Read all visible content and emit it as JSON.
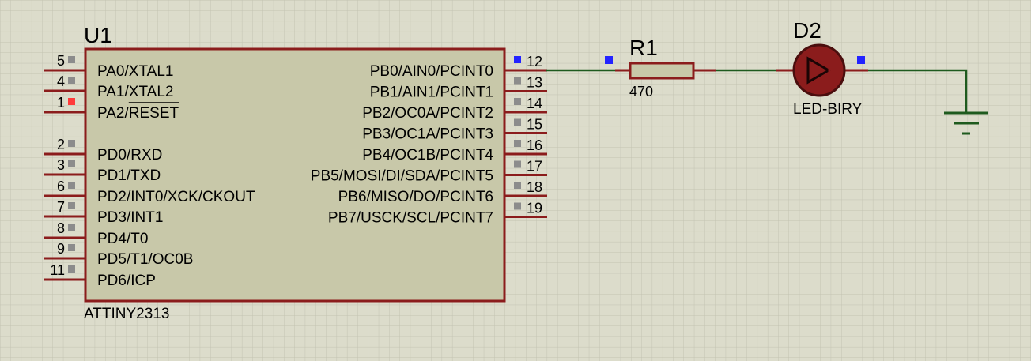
{
  "colors": {
    "background": "#dcdccb",
    "grid": "#c3c3b2",
    "component_outline": "#8b1c1c",
    "component_fill": "#c8c8a9",
    "wire": "#1e5a1e",
    "pin_marker": "#8c8c8c",
    "pin_marker_active": "#ff3b3b",
    "connection_marker": "#2323ff"
  },
  "mcu": {
    "ref": "U1",
    "part": "ATTINY2313",
    "left_pins": [
      {
        "num": "5",
        "label": "PA0/XTAL1",
        "marker": "gray"
      },
      {
        "num": "4",
        "label": "PA1/XTAL2",
        "marker": "gray"
      },
      {
        "num": "1",
        "label": "PA2/RESET",
        "marker": "red"
      },
      {
        "num": "2",
        "label": "PD0/RXD",
        "marker": "gray"
      },
      {
        "num": "3",
        "label": "PD1/TXD",
        "marker": "gray"
      },
      {
        "num": "6",
        "label": "PD2/INT0/XCK/CKOUT",
        "marker": "gray"
      },
      {
        "num": "7",
        "label": "PD3/INT1",
        "marker": "gray"
      },
      {
        "num": "8",
        "label": "PD4/T0",
        "marker": "gray"
      },
      {
        "num": "9",
        "label": "PD5/T1/OC0B",
        "marker": "gray"
      },
      {
        "num": "11",
        "label": "PD6/ICP",
        "marker": "gray"
      }
    ],
    "right_pins": [
      {
        "num": "12",
        "label": "PB0/AIN0/PCINT0",
        "marker": "blue"
      },
      {
        "num": "13",
        "label": "PB1/AIN1/PCINT1",
        "marker": "gray"
      },
      {
        "num": "14",
        "label": "PB2/OC0A/PCINT2",
        "marker": "gray"
      },
      {
        "num": "15",
        "label": "PB3/OC1A/PCINT3",
        "marker": "gray"
      },
      {
        "num": "16",
        "label": "PB4/OC1B/PCINT4",
        "marker": "gray"
      },
      {
        "num": "17",
        "label": "PB5/MOSI/DI/SDA/PCINT5",
        "marker": "gray"
      },
      {
        "num": "18",
        "label": "PB6/MISO/DO/PCINT6",
        "marker": "gray"
      },
      {
        "num": "19",
        "label": "PB7/USCK/SCL/PCINT7",
        "marker": "gray"
      }
    ]
  },
  "resistor": {
    "ref": "R1",
    "value": "470"
  },
  "led": {
    "ref": "D2",
    "part": "LED-BIRY"
  },
  "ground": {
    "icon": "ground-icon"
  }
}
